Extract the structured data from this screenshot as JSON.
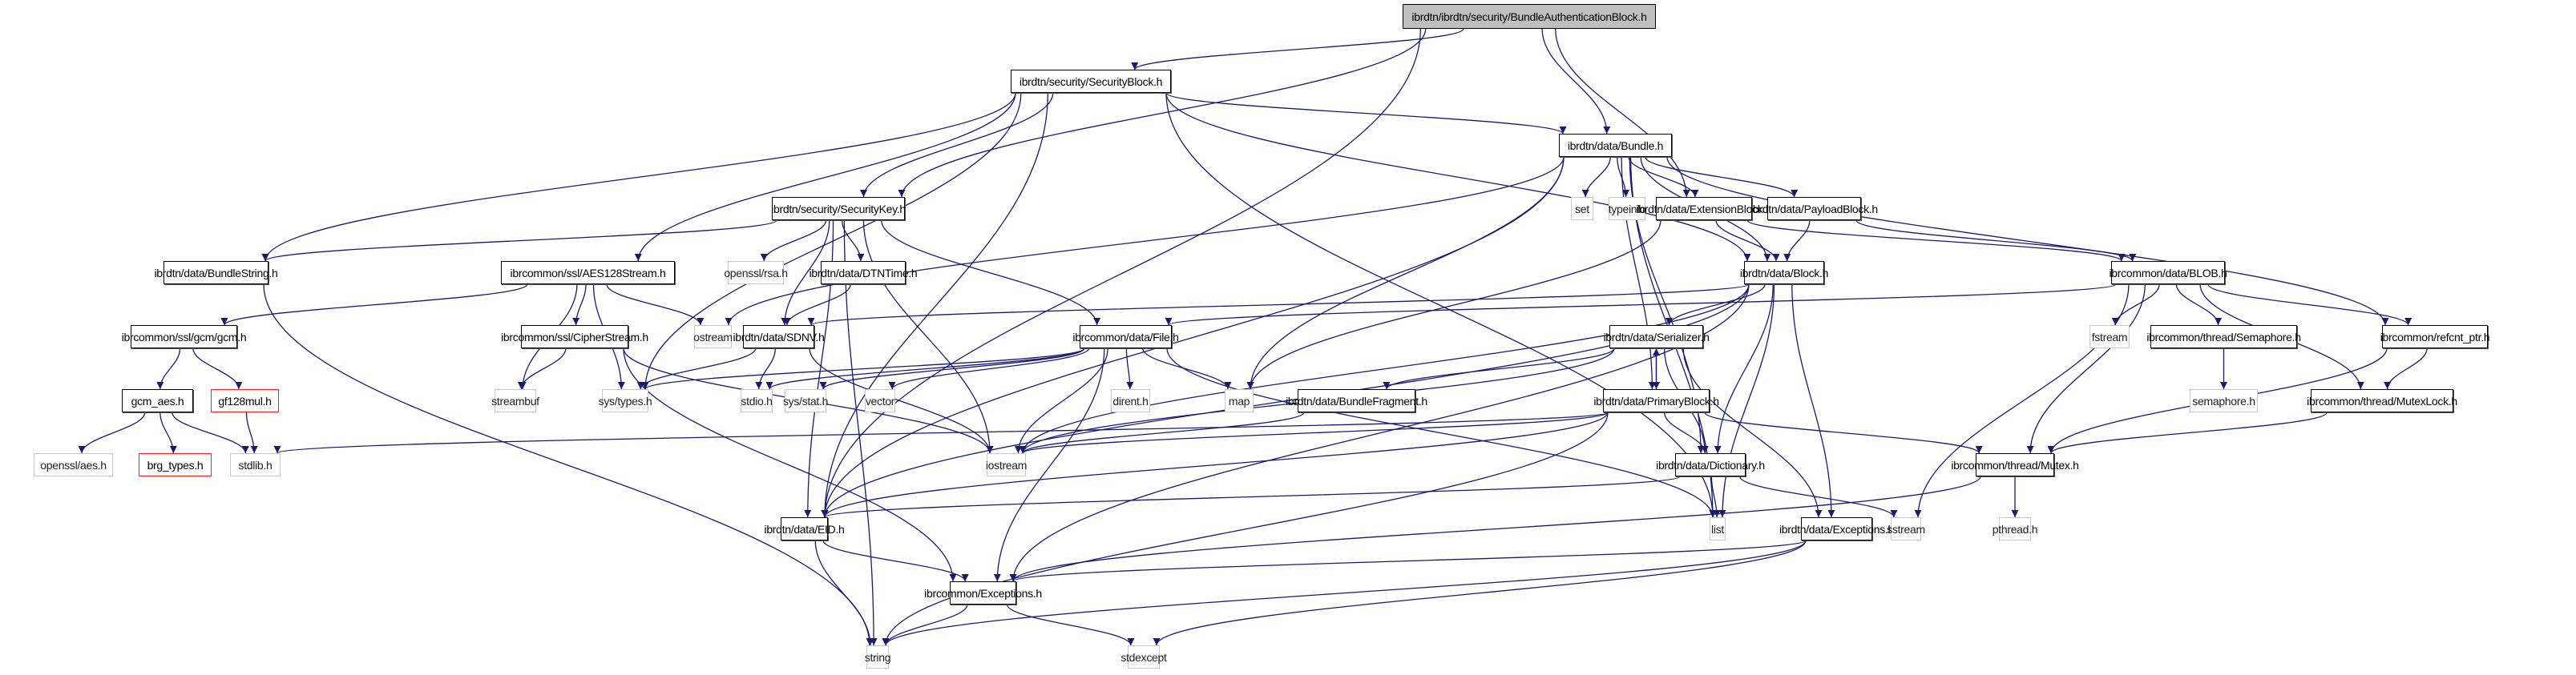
{
  "graph": {
    "title": "ibrdtn/ibrdtn/security/BundleAuthenticationBlock.h",
    "edge_color": "#191970",
    "node_styles": {
      "root": {
        "fill": "#bfbfbf",
        "border": "#000000"
      },
      "internal": {
        "fill": "#ffffff",
        "border": "#000000"
      },
      "external": {
        "fill": "#ffffff",
        "border": "#c8c8c8"
      },
      "missing": {
        "fill": "#ffffff",
        "border": "#ff2020"
      }
    },
    "nodes": [
      {
        "id": "root",
        "label": "ibrdtn/ibrdtn/security/BundleAuthenticationBlock.h",
        "kind": "root"
      },
      {
        "id": "securityblock",
        "label": "ibrdtn/security/SecurityBlock.h",
        "kind": "internal"
      },
      {
        "id": "bundle",
        "label": "ibrdtn/data/Bundle.h",
        "kind": "internal"
      },
      {
        "id": "securitykey",
        "label": "ibrdtn/security/SecurityKey.h",
        "kind": "internal"
      },
      {
        "id": "set",
        "label": "set",
        "kind": "external"
      },
      {
        "id": "typeinfo",
        "label": "typeinfo",
        "kind": "external"
      },
      {
        "id": "extensionblock",
        "label": "ibrdtn/data/ExtensionBlock.h",
        "kind": "internal"
      },
      {
        "id": "payloadblock",
        "label": "ibrdtn/data/PayloadBlock.h",
        "kind": "internal"
      },
      {
        "id": "bundlestring",
        "label": "ibrdtn/data/BundleString.h",
        "kind": "internal"
      },
      {
        "id": "aes128",
        "label": "ibrcommon/ssl/AES128Stream.h",
        "kind": "internal"
      },
      {
        "id": "opensslrsa",
        "label": "openssl/rsa.h",
        "kind": "external"
      },
      {
        "id": "dtntime",
        "label": "ibrdtn/data/DTNTime.h",
        "kind": "internal"
      },
      {
        "id": "block",
        "label": "ibrdtn/data/Block.h",
        "kind": "internal"
      },
      {
        "id": "blob",
        "label": "ibrcommon/data/BLOB.h",
        "kind": "internal"
      },
      {
        "id": "gcm",
        "label": "ibrcommon/ssl/gcm/gcm.h",
        "kind": "internal"
      },
      {
        "id": "cipherstream",
        "label": "ibrcommon/ssl/CipherStream.h",
        "kind": "internal"
      },
      {
        "id": "ostream",
        "label": "ostream",
        "kind": "external"
      },
      {
        "id": "sdnv",
        "label": "ibrdtn/data/SDNV.h",
        "kind": "internal"
      },
      {
        "id": "file",
        "label": "ibrcommon/data/File.h",
        "kind": "internal"
      },
      {
        "id": "serializer",
        "label": "ibrdtn/data/Serializer.h",
        "kind": "internal"
      },
      {
        "id": "fstream",
        "label": "fstream",
        "kind": "external"
      },
      {
        "id": "semaphore",
        "label": "ibrcommon/thread/Semaphore.h",
        "kind": "internal"
      },
      {
        "id": "refcnt",
        "label": "ibrcommon/refcnt_ptr.h",
        "kind": "internal"
      },
      {
        "id": "gcmaes",
        "label": "gcm_aes.h",
        "kind": "internal"
      },
      {
        "id": "gf128mul",
        "label": "gf128mul.h",
        "kind": "missing"
      },
      {
        "id": "streambuf",
        "label": "streambuf",
        "kind": "external"
      },
      {
        "id": "systypes",
        "label": "sys/types.h",
        "kind": "external"
      },
      {
        "id": "stdio",
        "label": "stdio.h",
        "kind": "external"
      },
      {
        "id": "sysstat",
        "label": "sys/stat.h",
        "kind": "external"
      },
      {
        "id": "vector",
        "label": "vector",
        "kind": "external"
      },
      {
        "id": "dirent",
        "label": "dirent.h",
        "kind": "external"
      },
      {
        "id": "map",
        "label": "map",
        "kind": "external"
      },
      {
        "id": "bundlefragment",
        "label": "ibrdtn/data/BundleFragment.h",
        "kind": "internal"
      },
      {
        "id": "semaphoreh",
        "label": "semaphore.h",
        "kind": "external"
      },
      {
        "id": "primaryblock",
        "label": "ibrdtn/data/PrimaryBlock.h",
        "kind": "internal"
      },
      {
        "id": "mutexlock",
        "label": "ibrcommon/thread/MutexLock.h",
        "kind": "internal"
      },
      {
        "id": "opensslaes",
        "label": "openssl/aes.h",
        "kind": "external"
      },
      {
        "id": "brgtypes",
        "label": "brg_types.h",
        "kind": "missing"
      },
      {
        "id": "stdlib",
        "label": "stdlib.h",
        "kind": "external"
      },
      {
        "id": "iostream",
        "label": "iostream",
        "kind": "external"
      },
      {
        "id": "dictionary",
        "label": "ibrdtn/data/Dictionary.h",
        "kind": "internal"
      },
      {
        "id": "mutex",
        "label": "ibrcommon/thread/Mutex.h",
        "kind": "internal"
      },
      {
        "id": "eid",
        "label": "ibrdtn/data/EID.h",
        "kind": "internal"
      },
      {
        "id": "list",
        "label": "list",
        "kind": "external"
      },
      {
        "id": "exceptions",
        "label": "ibrdtn/data/Exceptions.h",
        "kind": "internal"
      },
      {
        "id": "sstream",
        "label": "sstream",
        "kind": "external"
      },
      {
        "id": "pthread",
        "label": "pthread.h",
        "kind": "external"
      },
      {
        "id": "ibrexceptions",
        "label": "ibrcommon/Exceptions.h",
        "kind": "internal"
      },
      {
        "id": "string",
        "label": "string",
        "kind": "external"
      },
      {
        "id": "stdexcept",
        "label": "stdexcept",
        "kind": "external"
      }
    ],
    "edges": [
      [
        "root",
        "securityblock"
      ],
      [
        "root",
        "bundle"
      ],
      [
        "root",
        "extensionblock"
      ],
      [
        "root",
        "securitykey"
      ],
      [
        "root",
        "eid"
      ],
      [
        "securityblock",
        "bundle"
      ],
      [
        "securityblock",
        "block"
      ],
      [
        "securityblock",
        "securitykey"
      ],
      [
        "securityblock",
        "aes128"
      ],
      [
        "securityblock",
        "bundlestring"
      ],
      [
        "securityblock",
        "eid"
      ],
      [
        "securityblock",
        "systypes"
      ],
      [
        "securityblock",
        "list"
      ],
      [
        "bundle",
        "set"
      ],
      [
        "bundle",
        "typeinfo"
      ],
      [
        "bundle",
        "extensionblock"
      ],
      [
        "bundle",
        "payloadblock"
      ],
      [
        "bundle",
        "block"
      ],
      [
        "bundle",
        "primaryblock"
      ],
      [
        "bundle",
        "dictionary"
      ],
      [
        "bundle",
        "eid"
      ],
      [
        "bundle",
        "map"
      ],
      [
        "bundle",
        "list"
      ],
      [
        "bundle",
        "refcnt"
      ],
      [
        "bundle",
        "ostream"
      ],
      [
        "securitykey",
        "opensslrsa"
      ],
      [
        "securitykey",
        "dtntime"
      ],
      [
        "securitykey",
        "file"
      ],
      [
        "securitykey",
        "sdnv"
      ],
      [
        "securitykey",
        "bundlestring"
      ],
      [
        "securitykey",
        "eid"
      ],
      [
        "securitykey",
        "string"
      ],
      [
        "securitykey",
        "iostream"
      ],
      [
        "extensionblock",
        "block"
      ],
      [
        "extensionblock",
        "blob"
      ],
      [
        "extensionblock",
        "map"
      ],
      [
        "payloadblock",
        "block"
      ],
      [
        "payloadblock",
        "blob"
      ],
      [
        "bundlestring",
        "string"
      ],
      [
        "aes128",
        "cipherstream"
      ],
      [
        "aes128",
        "gcm"
      ],
      [
        "aes128",
        "streambuf"
      ],
      [
        "aes128",
        "systypes"
      ],
      [
        "aes128",
        "ostream"
      ],
      [
        "dtntime",
        "sdnv"
      ],
      [
        "block",
        "sdnv"
      ],
      [
        "block",
        "serializer"
      ],
      [
        "block",
        "dictionary"
      ],
      [
        "block",
        "exceptions"
      ],
      [
        "block",
        "list"
      ],
      [
        "block",
        "ibrexceptions"
      ],
      [
        "block",
        "iostream"
      ],
      [
        "block",
        "eid"
      ],
      [
        "blob",
        "file"
      ],
      [
        "blob",
        "fstream"
      ],
      [
        "blob",
        "semaphore"
      ],
      [
        "blob",
        "refcnt"
      ],
      [
        "blob",
        "mutexlock"
      ],
      [
        "blob",
        "mutex"
      ],
      [
        "blob",
        "sstream"
      ],
      [
        "gcm",
        "gcmaes"
      ],
      [
        "gcm",
        "gf128mul"
      ],
      [
        "cipherstream",
        "streambuf"
      ],
      [
        "cipherstream",
        "iostream"
      ],
      [
        "cipherstream",
        "ibrexceptions"
      ],
      [
        "sdnv",
        "systypes"
      ],
      [
        "sdnv",
        "stdio"
      ],
      [
        "sdnv",
        "iostream"
      ],
      [
        "file",
        "systypes"
      ],
      [
        "file",
        "sysstat"
      ],
      [
        "file",
        "vector"
      ],
      [
        "file",
        "dirent"
      ],
      [
        "file",
        "map"
      ],
      [
        "file",
        "iostream"
      ],
      [
        "file",
        "list"
      ],
      [
        "file",
        "ibrexceptions"
      ],
      [
        "file",
        "stdio"
      ],
      [
        "serializer",
        "primaryblock"
      ],
      [
        "serializer",
        "bundlefragment"
      ],
      [
        "serializer",
        "dictionary"
      ],
      [
        "serializer",
        "exceptions"
      ],
      [
        "serializer",
        "iostream"
      ],
      [
        "semaphore",
        "semaphoreh"
      ],
      [
        "refcnt",
        "mutexlock"
      ],
      [
        "refcnt",
        "mutex"
      ],
      [
        "gcmaes",
        "opensslaes"
      ],
      [
        "gcmaes",
        "brgtypes"
      ],
      [
        "gcmaes",
        "stdlib"
      ],
      [
        "gf128mul",
        "stdlib"
      ],
      [
        "primaryblock",
        "serializer"
      ],
      [
        "primaryblock",
        "dictionary"
      ],
      [
        "primaryblock",
        "eid"
      ],
      [
        "primaryblock",
        "mutex"
      ],
      [
        "primaryblock",
        "string"
      ],
      [
        "primaryblock",
        "iostream"
      ],
      [
        "primaryblock",
        "stdlib"
      ],
      [
        "bundlefragment",
        "iostream"
      ],
      [
        "mutexlock",
        "mutex"
      ],
      [
        "dictionary",
        "eid"
      ],
      [
        "dictionary",
        "list"
      ],
      [
        "dictionary",
        "sstream"
      ],
      [
        "mutex",
        "pthread"
      ],
      [
        "mutex",
        "ibrexceptions"
      ],
      [
        "eid",
        "string"
      ],
      [
        "eid",
        "ibrexceptions"
      ],
      [
        "exceptions",
        "ibrexceptions"
      ],
      [
        "exceptions",
        "string"
      ],
      [
        "exceptions",
        "stdexcept"
      ],
      [
        "ibrexceptions",
        "string"
      ],
      [
        "ibrexceptions",
        "stdexcept"
      ]
    ]
  }
}
